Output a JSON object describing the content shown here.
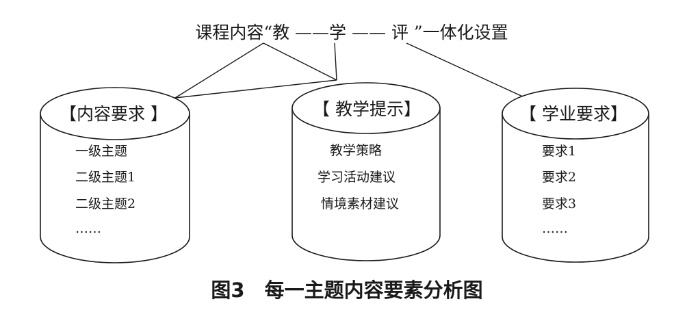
{
  "title": "课程内容“教 ——学 —— 评 ”一体化设置",
  "cylinders": [
    {
      "id": "content",
      "title": "【内容要求 】",
      "items": [
        "一级主题",
        "二级主题1",
        "二级主题2",
        "……"
      ]
    },
    {
      "id": "teaching",
      "title": "【 教学提示】",
      "items": [
        "教学策略",
        "学习活动建议",
        "情境素材建议"
      ]
    },
    {
      "id": "academic",
      "title": "【 学业要求】",
      "items": [
        "要求1",
        "要求2",
        "要求3",
        "……"
      ]
    }
  ],
  "caption": "图3　每一主题内容要素分析图"
}
